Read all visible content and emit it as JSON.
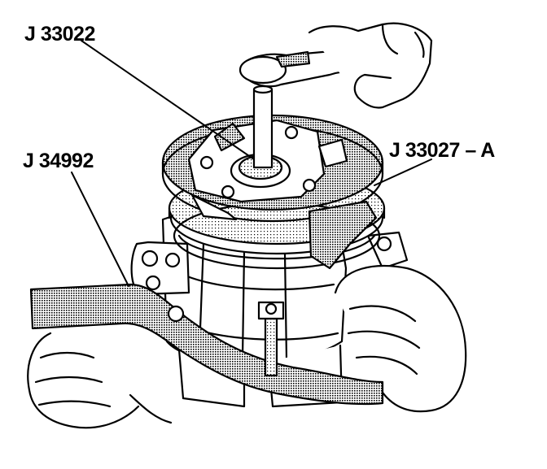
{
  "labels": {
    "j33022": "J 33022",
    "j34992": "J 34992",
    "j33027a": "J 33027 – A"
  },
  "colors": {
    "line": "#000000",
    "background": "#ffffff",
    "tool_fill": "#9a9a9a",
    "light_fill": "#cfcfcf"
  }
}
